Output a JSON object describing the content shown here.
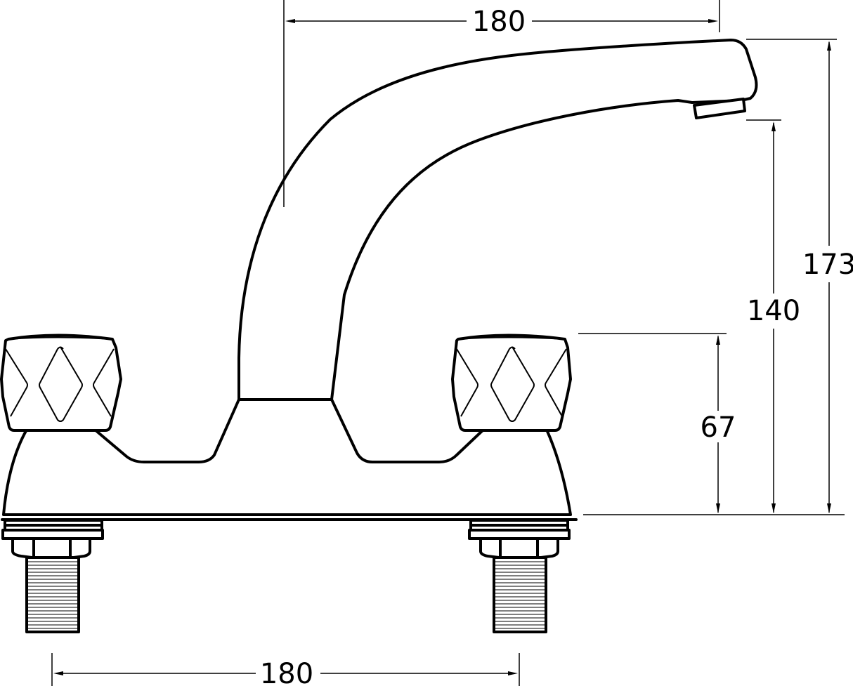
{
  "drawing": {
    "subject": "Deck-mounted two-handle mixer tap with swivel spout",
    "units": "mm",
    "colors": {
      "line": "#000000",
      "background": "#ffffff"
    }
  },
  "dimensions": {
    "spout_reach": {
      "label": "180",
      "description": "Horizontal reach from spout centre to outlet"
    },
    "overall_height": {
      "label": "173",
      "description": "Height from deck to top of spout"
    },
    "outlet_height": {
      "label": "140",
      "description": "Height from deck to spout outlet"
    },
    "handle_height": {
      "label": "67",
      "description": "Height from deck to top of handles"
    },
    "tail_centres": {
      "label": "180",
      "description": "Distance between tail centres"
    }
  },
  "components": {
    "left_handle": "diamond-pattern-handle",
    "right_handle": "diamond-pattern-handle",
    "spout": "curved-swivel-spout",
    "body": "bridge-body",
    "tails": "threaded-tails-with-nuts"
  }
}
